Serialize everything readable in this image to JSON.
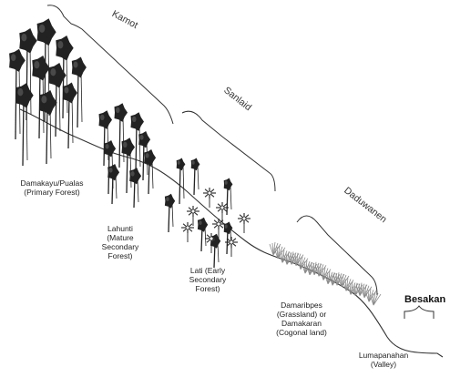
{
  "zones": {
    "kamot": "Kamot",
    "sanlaid": "Sanlaid",
    "daduwanen": "Daduwanen",
    "besakan": "Besakan"
  },
  "labels": {
    "primary_forest": "Damakayu/Pualas\n(Primary Forest)",
    "mature_secondary": "Lahunti\n(Mature\nSecondary\nForest)",
    "early_secondary": "Lati (Early\nSecondary\nForest)",
    "grassland": "Damaribpes\n(Grassland) or\nDamakaran\n(Cogonal land)",
    "valley": "Lumapanahan\n(Valley)"
  },
  "colors": {
    "tree_canopy": "#222222",
    "tree_highlight": "#6a6a6a",
    "grass": "#8a8a8a",
    "line": "#333333"
  }
}
